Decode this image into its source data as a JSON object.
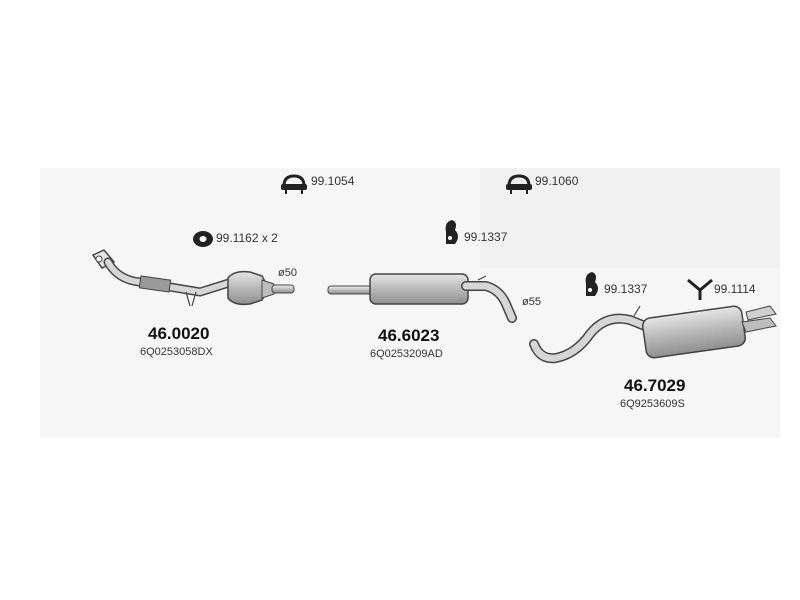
{
  "clamps": {
    "clamp_a": "99.1054",
    "clamp_b": "99.1060"
  },
  "mounts": {
    "rubber_ring": "99.1162 x 2",
    "hanger_a": "99.1337",
    "hanger_b": "99.1337",
    "bracket": "99.1114"
  },
  "parts": [
    {
      "number": "46.0020",
      "oem": "6Q0253058DX",
      "diameter": "ø50"
    },
    {
      "number": "46.6023",
      "oem": "6Q0253209AD",
      "diameter": "ø55"
    },
    {
      "number": "46.7029",
      "oem": "6Q9253609S"
    }
  ],
  "colors": {
    "pipe": "#cfcfcf",
    "pipe_dark": "#9a9a9a",
    "outline": "#444444",
    "hardware": "#222222"
  },
  "icons": [
    "u-clamp-icon",
    "rubber-ring-icon",
    "hanger-icon",
    "bracket-icon"
  ]
}
